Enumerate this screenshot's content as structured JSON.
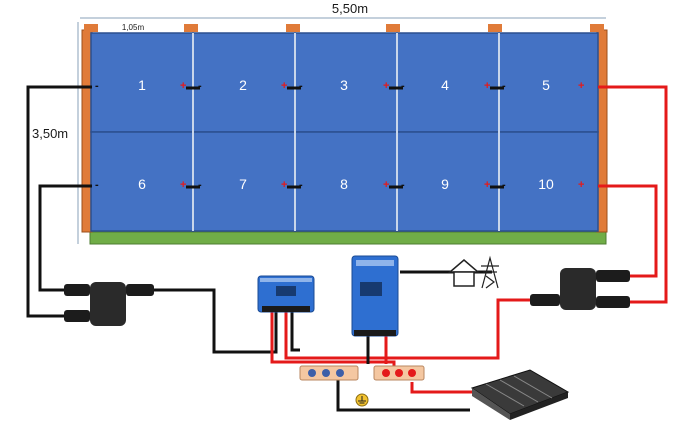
{
  "dimensions": {
    "total_width": "5,50m",
    "panel_width": "1,05m",
    "height": "3,50m"
  },
  "panels": [
    {
      "label": "1"
    },
    {
      "label": "2"
    },
    {
      "label": "3"
    },
    {
      "label": "4"
    },
    {
      "label": "5"
    },
    {
      "label": "6"
    },
    {
      "label": "7"
    },
    {
      "label": "8"
    },
    {
      "label": "9"
    },
    {
      "label": "10"
    }
  ],
  "terminal_symbols": {
    "plus": "+",
    "minus": "-"
  },
  "colors": {
    "panel_blue": "#4472C4",
    "frame_orange": "#E07B39",
    "ground_green": "#70AD47",
    "wire_red": "#E41A1A",
    "wire_black": "#111111",
    "device_blue": "#2E6FD1",
    "busbar": "#F4C7A1"
  },
  "icons": [
    "mc4-connector-icon",
    "charge-controller-icon",
    "inverter-icon",
    "house-icon",
    "power-pylon-icon",
    "battery-icon",
    "ground-icon"
  ]
}
